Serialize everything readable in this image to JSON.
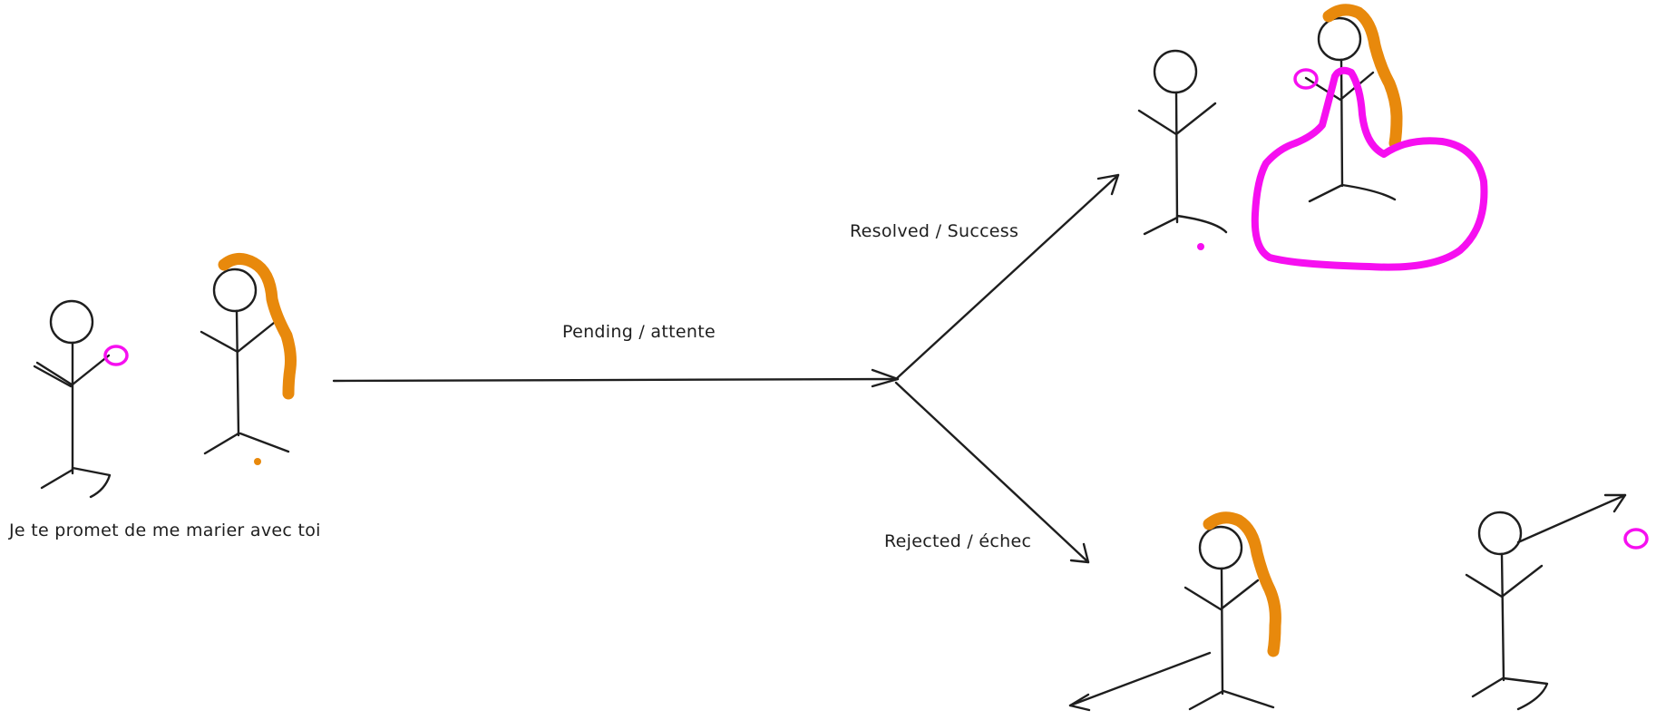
{
  "labels": {
    "promise": "Je te promet de me marier avec toi",
    "pending": "Pending / attente",
    "resolved": "Resolved / Success",
    "rejected": "Rejected / échec"
  },
  "colors": {
    "ink": "#1e1e1e",
    "hair": "#e8890c",
    "ring": "#f60ff0",
    "background": "#ffffff"
  }
}
